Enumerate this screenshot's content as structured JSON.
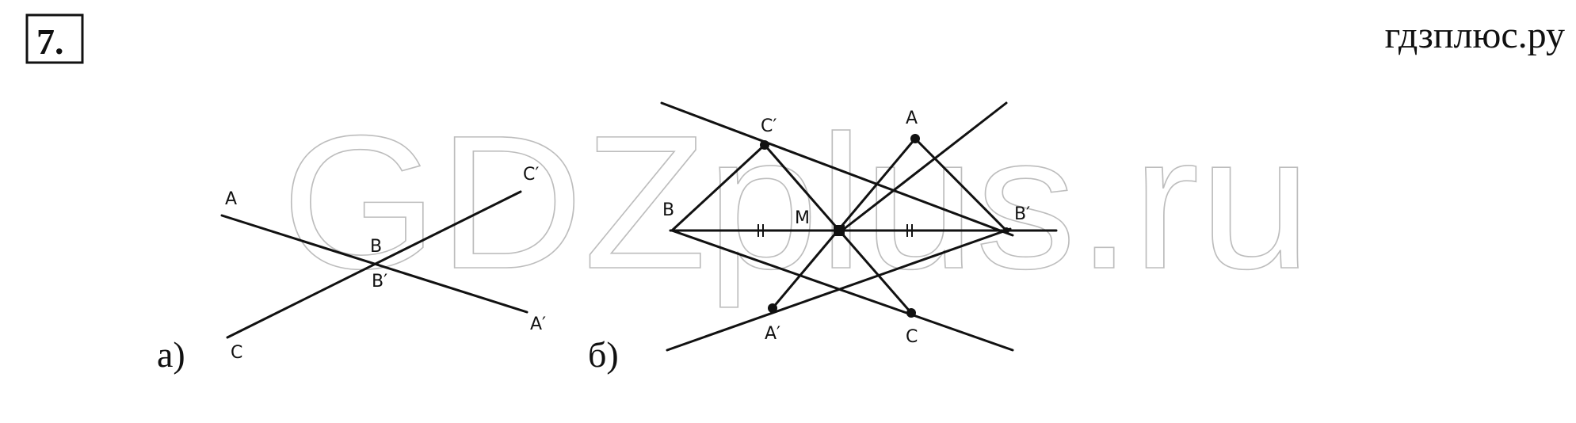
{
  "header": {
    "problem_number": "7.",
    "site_name": "гдзплюс.ру"
  },
  "watermark": "GDZplus.ru",
  "figure_a": {
    "caption": "а)",
    "labels": {
      "A": "A",
      "C_prime": "C′",
      "B": "B",
      "B_prime": "B′",
      "A_prime": "A′",
      "C": "C"
    }
  },
  "figure_b": {
    "caption": "б)",
    "labels": {
      "C_prime": "C′",
      "A": "A",
      "B": "B",
      "M": "M",
      "B_prime": "B′",
      "A_prime": "A′",
      "C": "C"
    }
  },
  "colors": {
    "ink": "#111111",
    "watermark": "#bdbdbd"
  }
}
